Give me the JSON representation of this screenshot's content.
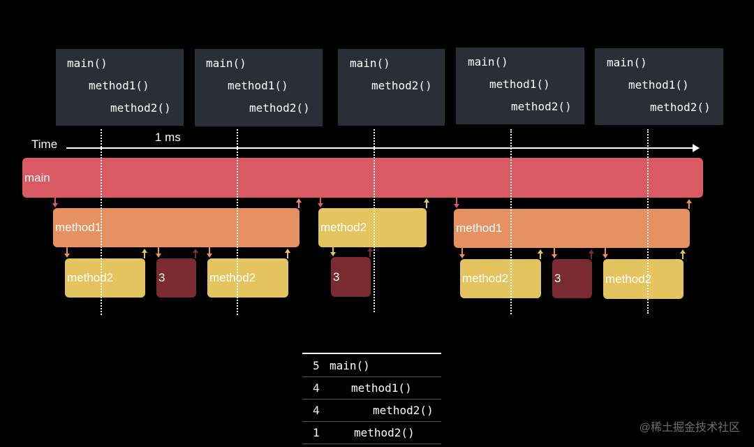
{
  "stacks": [
    {
      "lines": [
        "main()",
        "method1()",
        "method2()"
      ]
    },
    {
      "lines": [
        "main()",
        "method1()",
        "method2()"
      ]
    },
    {
      "lines": [
        "main()",
        "method2()"
      ]
    },
    {
      "lines": [
        "main()",
        "method1()",
        "method2()"
      ]
    },
    {
      "lines": [
        "main()",
        "method1()",
        "method2()"
      ]
    }
  ],
  "timeline": {
    "label": "Time",
    "scale_label": "1 ms"
  },
  "bars": {
    "main": "main",
    "method1_a": "method1",
    "method2_mid": "method2",
    "method1_b": "method1",
    "method2_a1": "method2",
    "three_a": "3",
    "method2_a2": "method2",
    "three_mid": "3",
    "method2_b1": "method2",
    "three_b": "3",
    "method2_b2": "method2"
  },
  "summary": [
    {
      "count": "5",
      "name": "main()"
    },
    {
      "count": "4",
      "name": "method1()"
    },
    {
      "count": "4",
      "name": "method2()"
    },
    {
      "count": "1",
      "name": "method2()"
    }
  ],
  "colors": {
    "main": "#d95a62",
    "method1": "#e69161",
    "method2": "#e3c45f",
    "three": "#7a2b31",
    "stack_bg": "#2b2e37"
  },
  "watermark": "@稀土掘金技术社区"
}
